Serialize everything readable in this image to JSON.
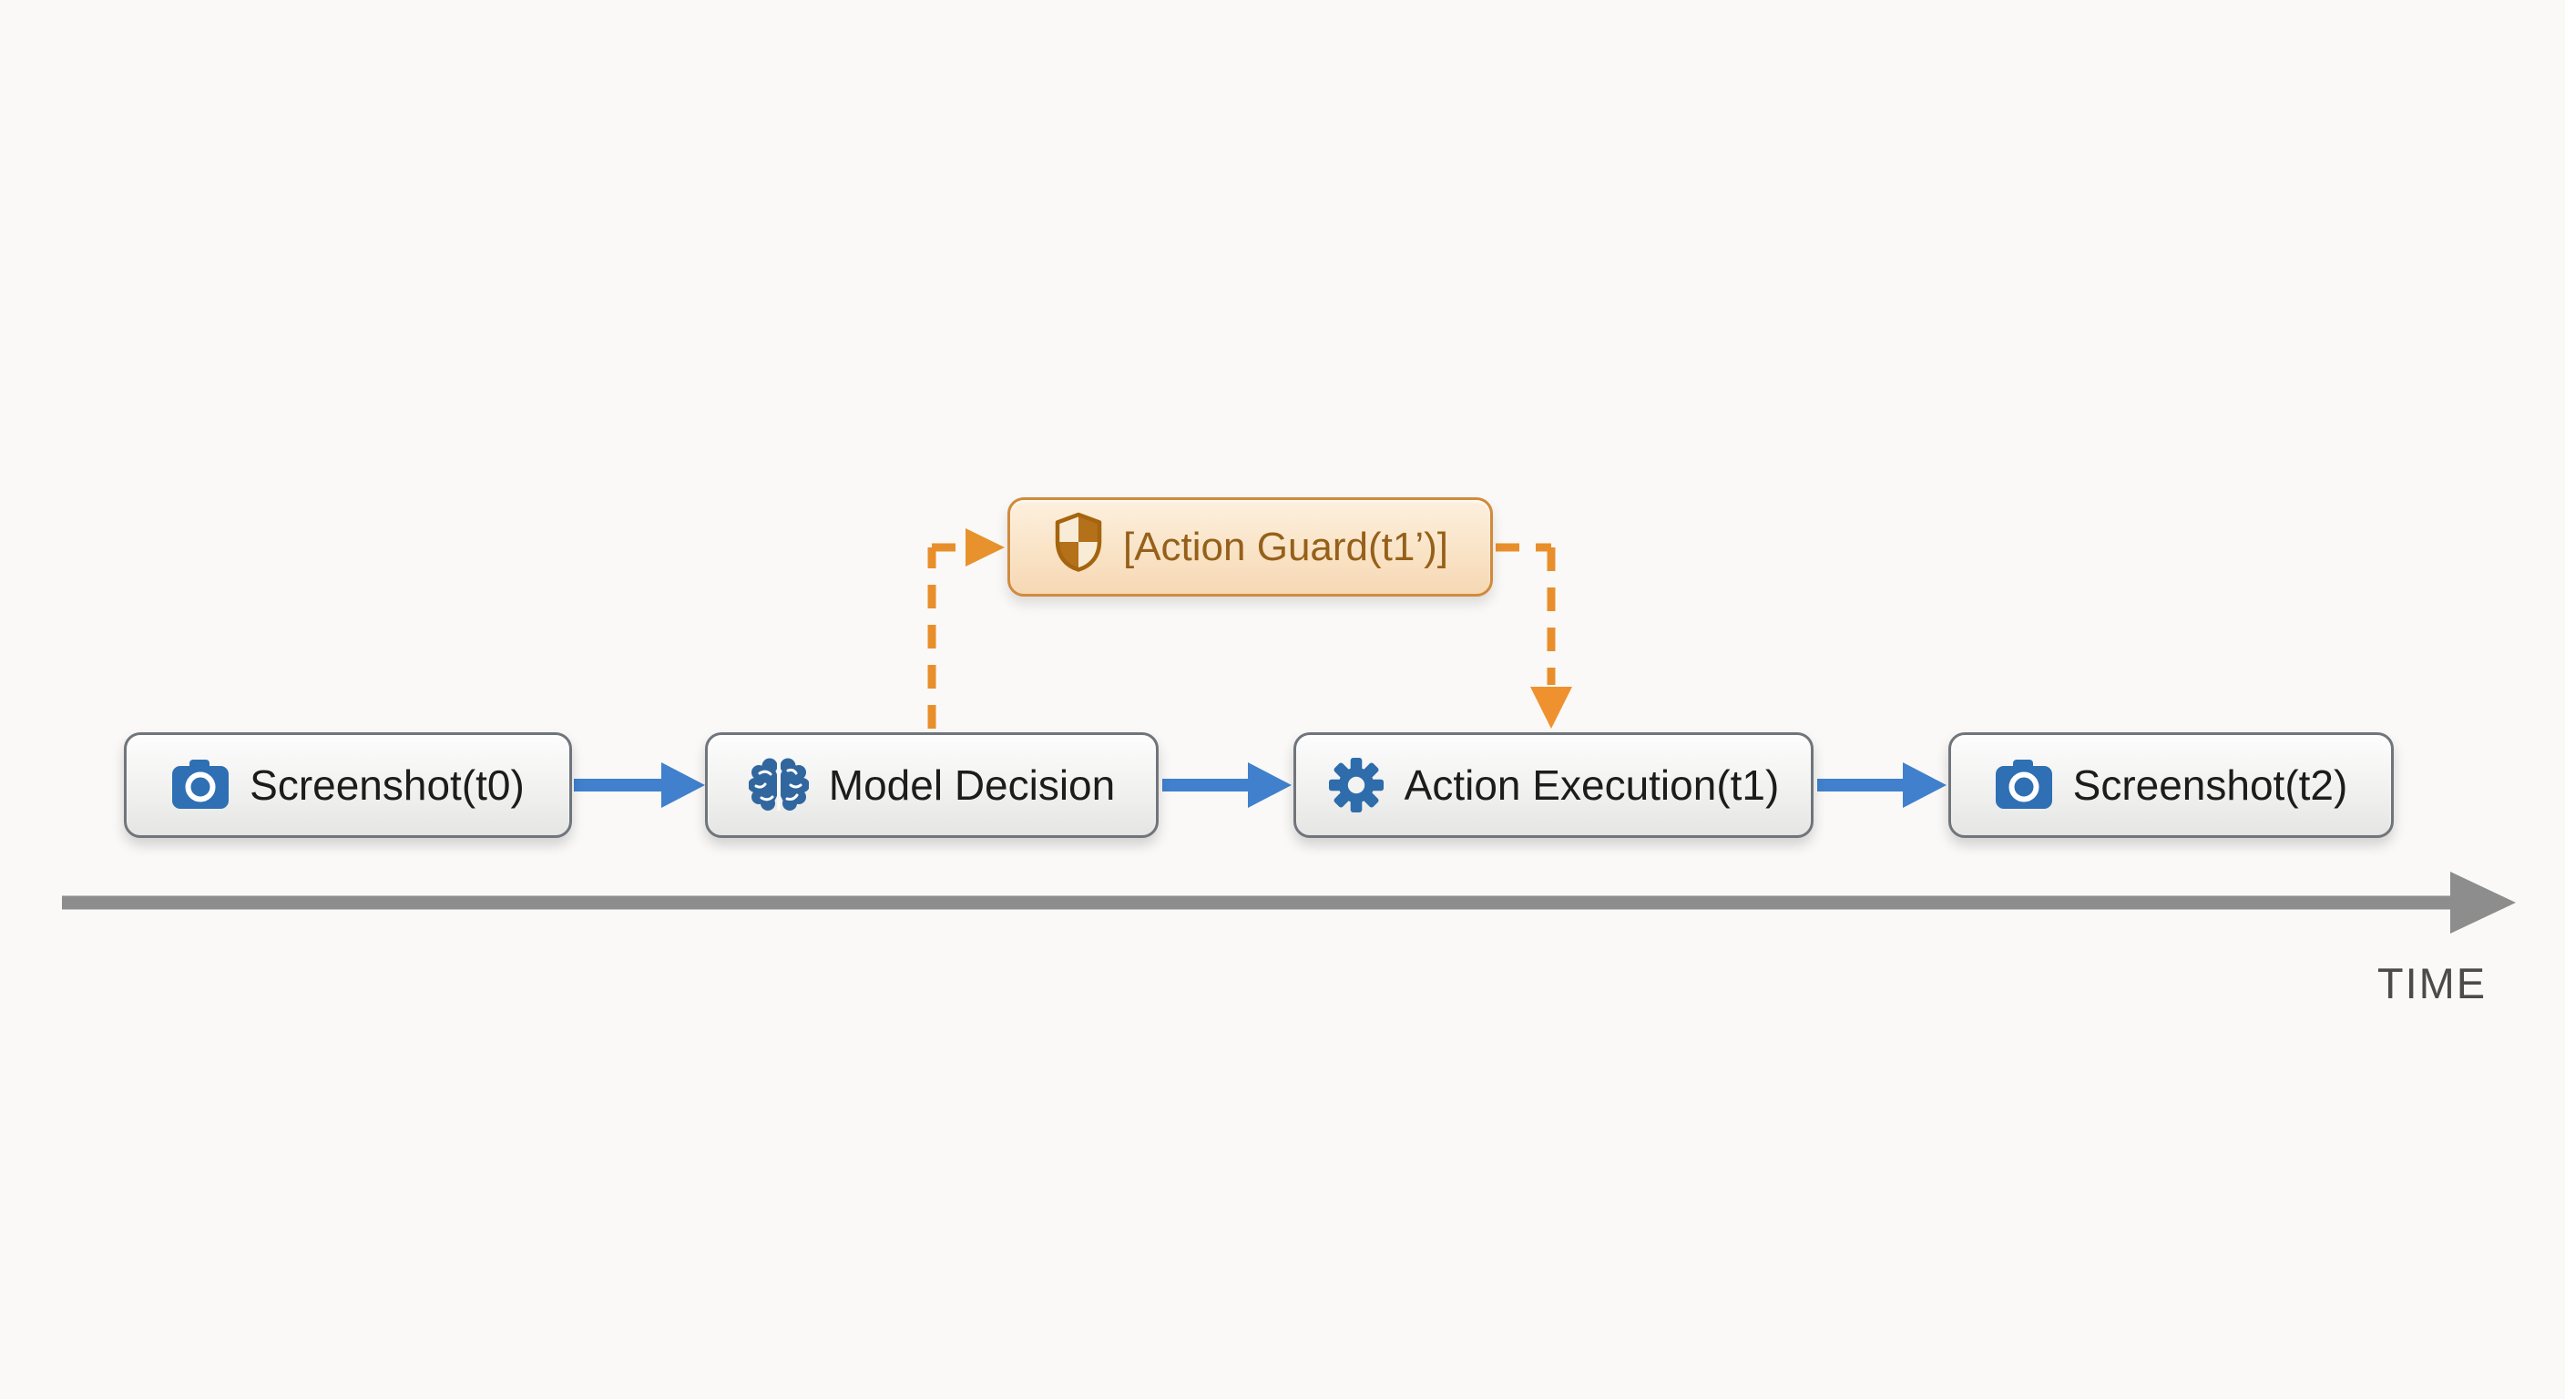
{
  "page": {
    "background": "#faf9f7",
    "type": "flow-diagram"
  },
  "nodes": [
    {
      "label": "Screenshot(t0)",
      "icon": "camera-icon"
    },
    {
      "label": "Model Decision",
      "icon": "brain-icon"
    },
    {
      "label": "Action Execution(t1)",
      "icon": "gear-icon"
    },
    {
      "label": "Screenshot(t2)",
      "icon": "camera-icon"
    }
  ],
  "guard": {
    "label": "[Action Guard(t1’)]",
    "icon": "shield-icon"
  },
  "edges": [
    {
      "from": "Screenshot(t0)",
      "to": "Model Decision",
      "style": "solid-blue-arrow"
    },
    {
      "from": "Model Decision",
      "to": "Action Execution(t1)",
      "style": "solid-blue-arrow"
    },
    {
      "from": "Action Execution(t1)",
      "to": "Screenshot(t2)",
      "style": "solid-blue-arrow"
    },
    {
      "from": "Model Decision",
      "to": "[Action Guard(t1’)]",
      "style": "dashed-orange-arrow"
    },
    {
      "from": "[Action Guard(t1’)]",
      "to": "Action Execution(t1)",
      "style": "dashed-orange-arrow"
    }
  ],
  "timeline": {
    "label": "TIME"
  },
  "colors": {
    "node_border": "#6f757b",
    "node_text": "#1c1c1c",
    "flow_arrow_blue": "#4080cd",
    "icon_blue": "#2f6fb0",
    "guard_border": "#d18a3c",
    "guard_text": "#96601a",
    "guard_dash_orange": "#e88f2c",
    "timeline_gray": "#8d8d8d",
    "time_text": "#4b4b4b"
  }
}
